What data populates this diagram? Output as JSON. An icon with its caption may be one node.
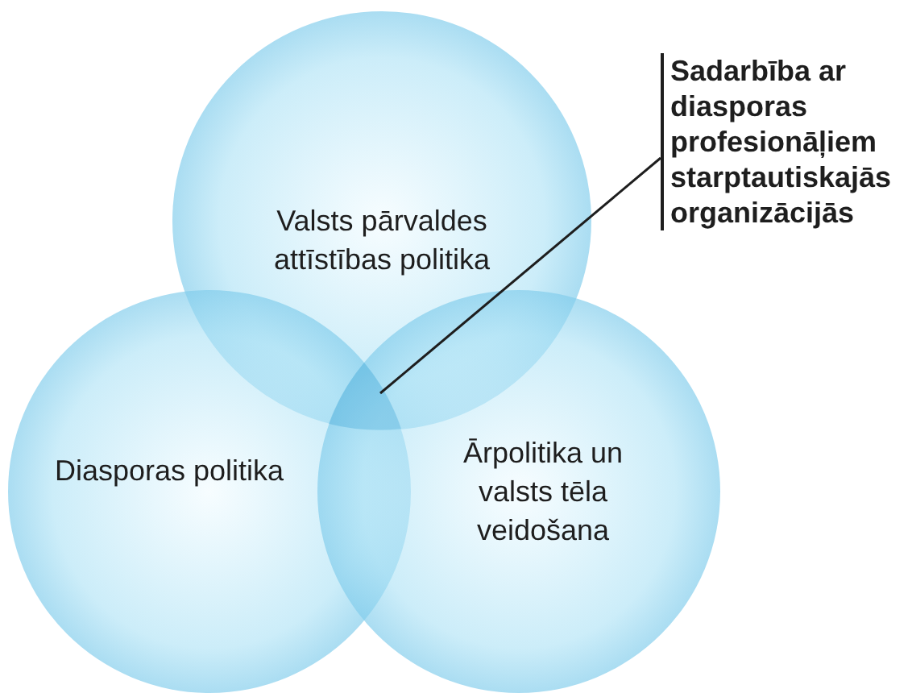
{
  "diagram": {
    "nodes": [
      {
        "text": [
          "Valsts pārvaldes attīstības politika"
        ]
      },
      {
        "text": [
          "Diasporas politika"
        ]
      },
      {
        "text": [
          "Ārpolitika un valsts tēla veidošana"
        ]
      },
      {
        "text": [
          "Sadarbība ar diasporas profesionāļiem starptautiskajās organizācijās"
        ]
      },
      {
        "text": [],
        "shape": "region"
      }
    ],
    "edges": [
      {
        "from": 3,
        "to": 4,
        "arrow": "none"
      }
    ]
  }
}
